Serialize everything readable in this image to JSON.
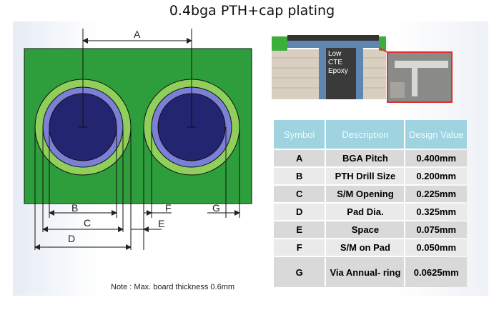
{
  "title": "0.4bga PTH+cap plating",
  "dimension_labels": {
    "A": "A",
    "B": "B",
    "C": "C",
    "D": "D",
    "E": "E",
    "F": "F",
    "G": "G"
  },
  "inset": {
    "line1": "Low",
    "line2": "CTE",
    "line3": "Epoxy"
  },
  "table": {
    "headers": {
      "symbol": "Symbol",
      "description": "Description",
      "value": "Design Value"
    },
    "rows": [
      {
        "symbol": "A",
        "description": "BGA Pitch",
        "value": "0.400mm"
      },
      {
        "symbol": "B",
        "description": "PTH Drill Size",
        "value": "0.200mm"
      },
      {
        "symbol": "C",
        "description": "S/M Opening",
        "value": "0.225mm"
      },
      {
        "symbol": "D",
        "description": "Pad Dia.",
        "value": "0.325mm"
      },
      {
        "symbol": "E",
        "description": "Space",
        "value": "0.075mm"
      },
      {
        "symbol": "F",
        "description": "S/M on Pad",
        "value": "0.050mm"
      },
      {
        "symbol": "G",
        "description": "Via Annual- ring",
        "value": "0.0625mm"
      }
    ]
  },
  "note": "Note : Max. board thickness 0.6mm",
  "colors": {
    "board": "#2e9e3c",
    "pad_ring": "#8fcf5a",
    "mask_ring": "#7b7fd6",
    "drill": "#232570"
  }
}
